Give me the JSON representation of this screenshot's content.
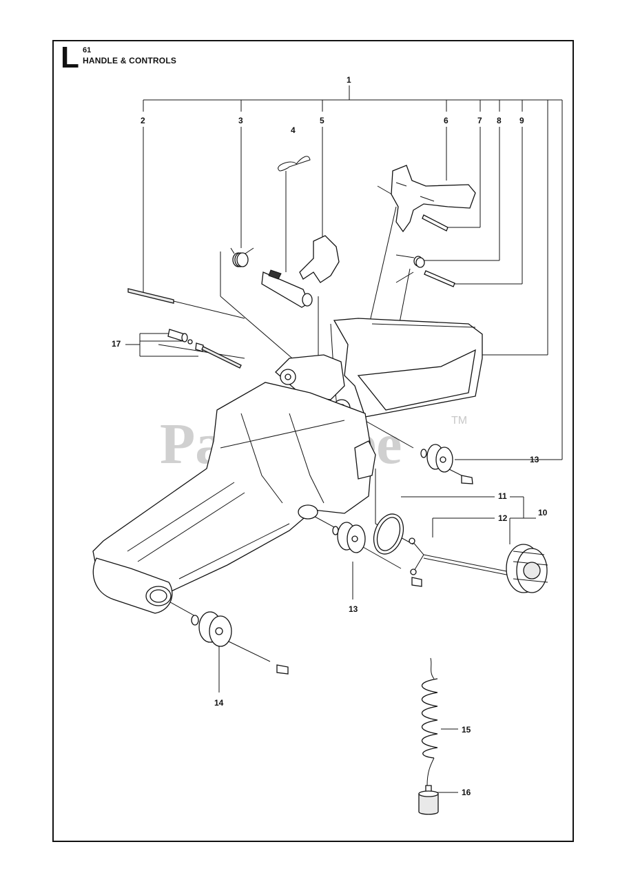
{
  "header": {
    "section_letter": "L",
    "section_number": "61",
    "section_title": "HANDLE & CONTROLS"
  },
  "watermark": {
    "text": "PartsTree",
    "trademark": "TM"
  },
  "callouts": {
    "c1": "1",
    "c2": "2",
    "c3": "3",
    "c4": "4",
    "c5": "5",
    "c6": "6",
    "c7": "7",
    "c8": "8",
    "c9": "9",
    "c10": "10",
    "c11": "11",
    "c12": "12",
    "c13a": "13",
    "c13b": "13",
    "c14": "14",
    "c15": "15",
    "c16": "16",
    "c17": "17"
  },
  "colors": {
    "line": "#111111",
    "watermark": "#c8c8c8",
    "background": "#ffffff"
  }
}
